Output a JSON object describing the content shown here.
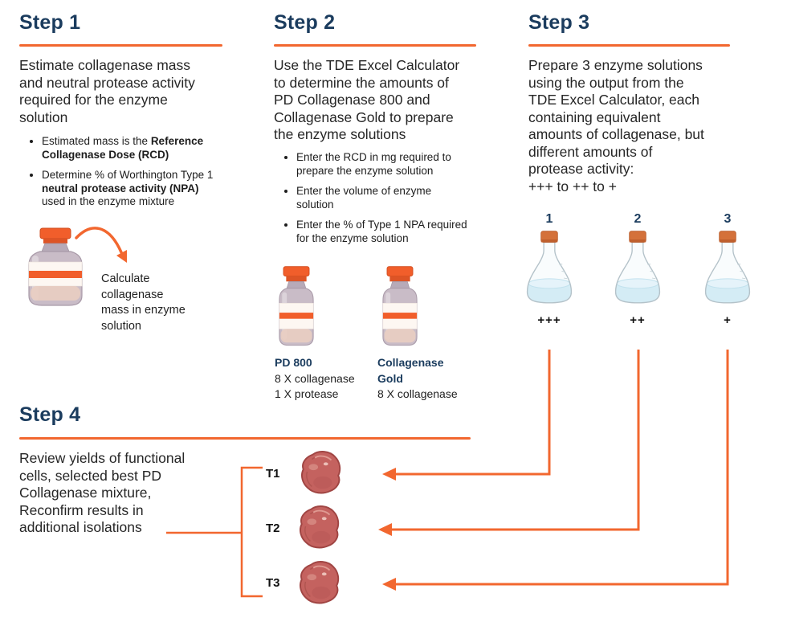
{
  "colors": {
    "navy": "#1b3c5e",
    "orange": "#f2672f"
  },
  "step1": {
    "title": "Step 1",
    "description": "Estimate collagenase mass\nand neutral protease activity\nrequired for the  enzyme\nsolution",
    "bullets": [
      {
        "pre": "Estimated mass is the ",
        "bold": "Reference\nCollagenase Dose (RCD)",
        "post": ""
      },
      {
        "pre": "Determine % of Worthington Type 1\n",
        "bold": "neutral protease activity (NPA)",
        "post": "\nused in the enzyme mixture"
      }
    ],
    "vial_caption": "Calculate\ncollagenase\nmass in enzyme\nsolution"
  },
  "step2": {
    "title": "Step 2",
    "description": "Use the TDE Excel Calculator\nto determine the amounts of\nPD Collagenase 800 and\nCollagenase Gold to prepare\nthe enzyme solutions",
    "bullets": [
      "Enter the RCD in mg required to\nprepare the enzyme solution",
      "Enter the volume of enzyme\nsolution",
      "Enter the % of Type 1 NPA required\nfor the enzyme solution"
    ],
    "bottles": [
      {
        "name": "PD 800",
        "line1": "8 X collagenase",
        "line2": "1 X protease"
      },
      {
        "name": "Collagenase\nGold",
        "line1": "8 X collagenase",
        "line2": ""
      }
    ]
  },
  "step3": {
    "title": "Step 3",
    "description": "Prepare 3 enzyme solutions\nusing the output from the\nTDE Excel Calculator, each\ncontaining equivalent\namounts of collagenase, but\ndifferent amounts of\nprotease activity:\n+++ to ++ to +",
    "flasks": [
      {
        "number": "1",
        "activity": "+++"
      },
      {
        "number": "2",
        "activity": "++"
      },
      {
        "number": "3",
        "activity": "+"
      }
    ]
  },
  "step4": {
    "title": "Step 4",
    "description": "Review yields of functional\ncells, selected best PD\nCollagenase mixture,\nReconfirm results in\nadditional isolations",
    "tissues": [
      {
        "label": "T1"
      },
      {
        "label": "T2"
      },
      {
        "label": "T3"
      }
    ]
  }
}
